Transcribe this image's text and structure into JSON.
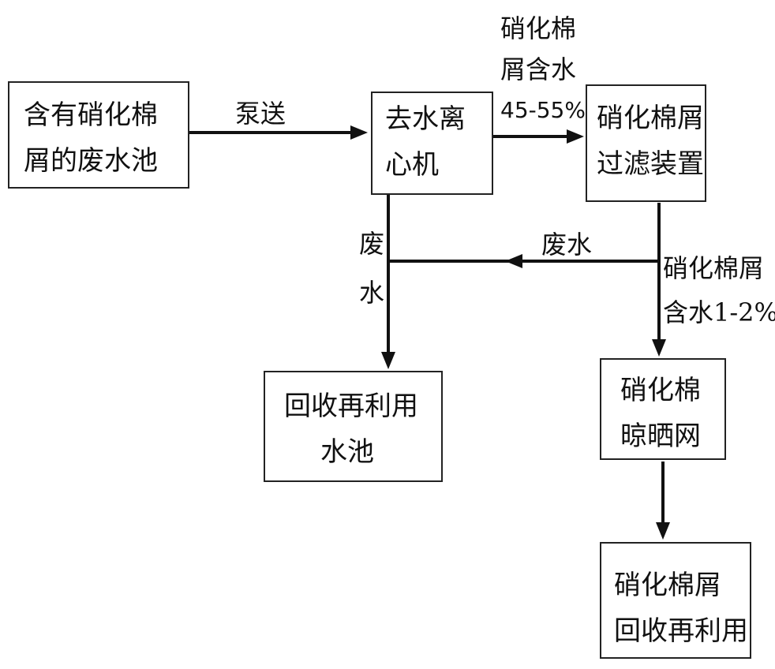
{
  "nodes": {
    "wastewater_pool": [
      "含有硝化棉",
      "屑的废水池"
    ],
    "centrifuge": [
      "去水离",
      "心机"
    ],
    "filter_device": [
      "硝化棉屑",
      "过滤装置"
    ],
    "recycle_pool": [
      "回收再利用",
      "水池"
    ],
    "drying_net": [
      "硝化棉",
      "晾晒网"
    ],
    "cotton_recycle": [
      "硝化棉屑",
      "回收再利用"
    ]
  },
  "labels": {
    "pump": "泵送",
    "cotton_water_top": [
      "硝化棉",
      "屑含水",
      "45-55%"
    ],
    "waste_vertical": [
      "废",
      "水"
    ],
    "waste_horizontal": "废水",
    "cotton_water_right": [
      "硝化棉屑",
      "含水1-2%"
    ]
  }
}
